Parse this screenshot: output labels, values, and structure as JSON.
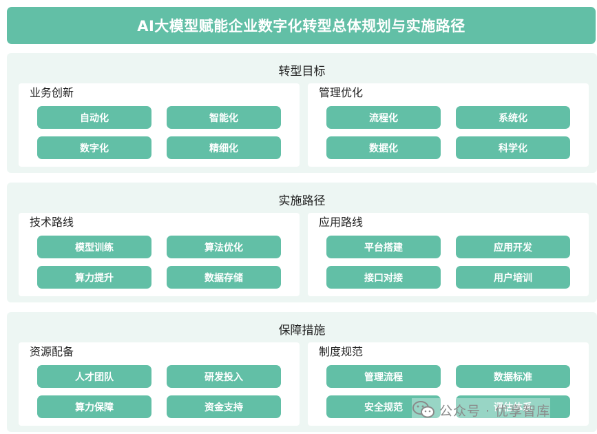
{
  "title": "AI大模型赋能企业数字化转型总体规划与实施路径",
  "sections": [
    {
      "title": "转型目标",
      "panels": [
        {
          "title": "业务创新",
          "items": [
            "自动化",
            "智能化",
            "数字化",
            "精细化"
          ]
        },
        {
          "title": "管理优化",
          "items": [
            "流程化",
            "系统化",
            "数据化",
            "科学化"
          ]
        }
      ]
    },
    {
      "title": "实施路径",
      "panels": [
        {
          "title": "技术路线",
          "items": [
            "模型训练",
            "算法优化",
            "算力提升",
            "数据存储"
          ]
        },
        {
          "title": "应用路线",
          "items": [
            "平台搭建",
            "应用开发",
            "接口对接",
            "用户培训"
          ]
        }
      ]
    },
    {
      "title": "保障措施",
      "panels": [
        {
          "title": "资源配备",
          "items": [
            "人才团队",
            "研发投入",
            "算力保障",
            "资金支持"
          ]
        },
        {
          "title": "制度规范",
          "items": [
            "管理流程",
            "数据标准",
            "安全规范",
            "评估体系"
          ]
        }
      ]
    }
  ],
  "watermark": {
    "text": "公众号 · 优享智库",
    "icon": "wechat-icon"
  },
  "colors": {
    "accent": "#62bfa6",
    "section_bg": "#edf6f3",
    "panel_bg": "#ffffff"
  }
}
